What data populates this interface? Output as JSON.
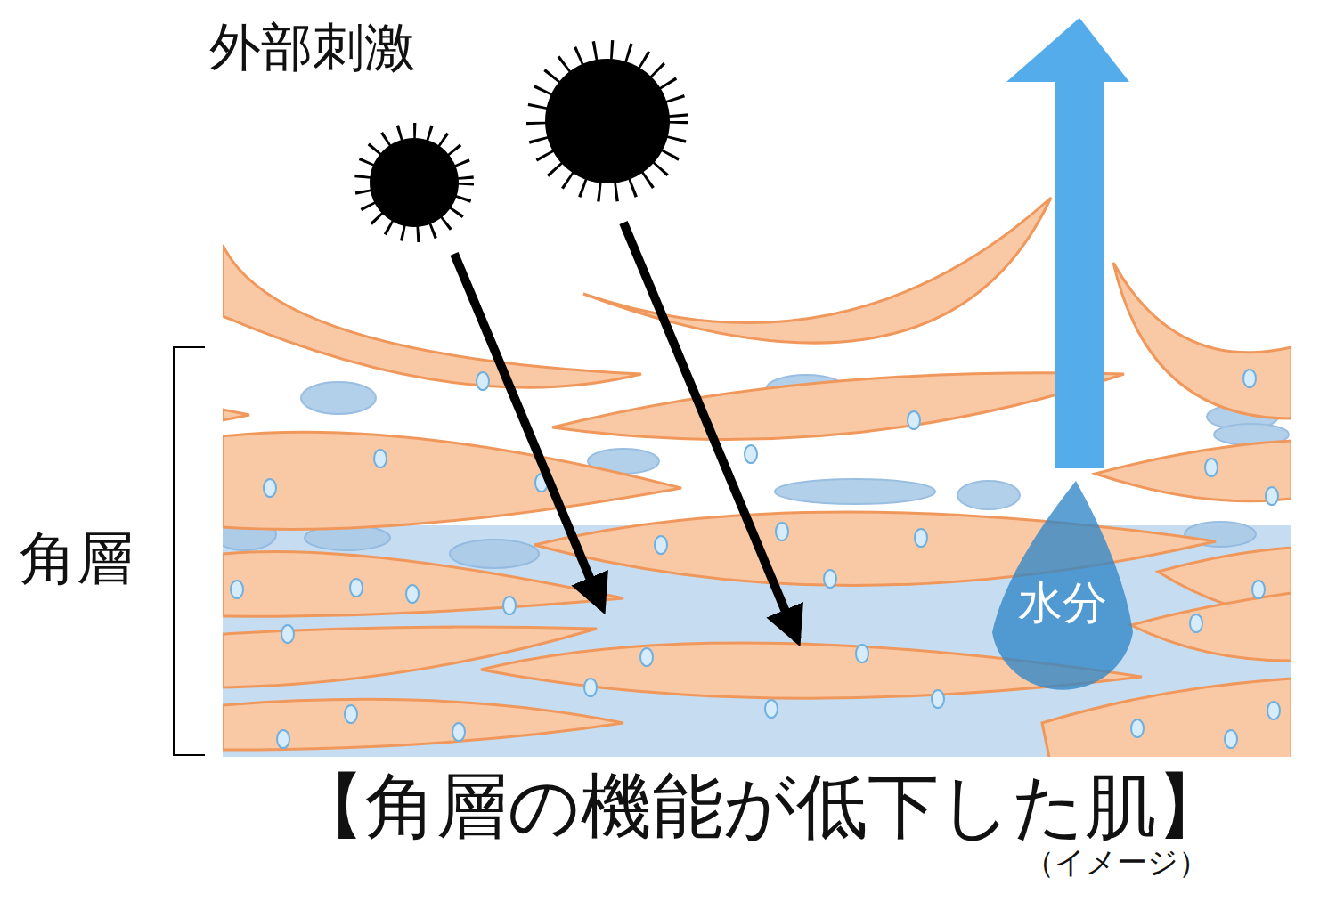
{
  "diagram": {
    "caption": "【角層の機能が低下した肌】",
    "nodes": [
      {
        "text": [
          "水分"
        ]
      }
    ],
    "labels": [
      "外部刺激",
      "角層",
      "（イメージ）"
    ]
  }
}
